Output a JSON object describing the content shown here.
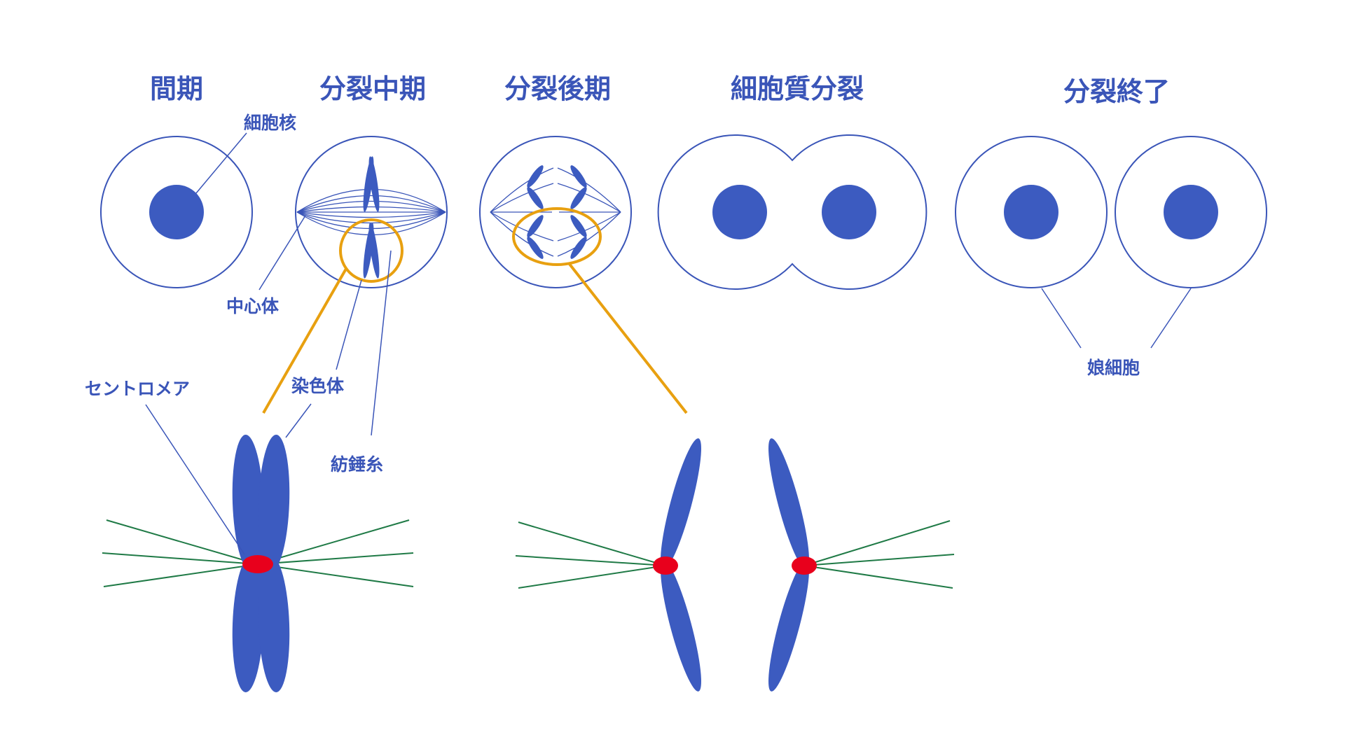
{
  "stages": {
    "interphase": "間期",
    "metaphase": "分裂中期",
    "anaphase": "分裂後期",
    "cytokinesis": "細胞質分裂",
    "telophase": "分裂終了"
  },
  "labels": {
    "nucleus": "細胞核",
    "centrosome": "中心体",
    "chromosome": "染色体",
    "centromere": "セントロメア",
    "spindle": "紡錘糸",
    "daughter_cells": "娘細胞"
  },
  "colors": {
    "outline": "#3a55b8",
    "chromosome": "#3c5bc0",
    "centromere": "#e8001c",
    "spindle_zoom": "#1f7a46",
    "highlight": "#e8a010",
    "text": "#3a55b8"
  }
}
